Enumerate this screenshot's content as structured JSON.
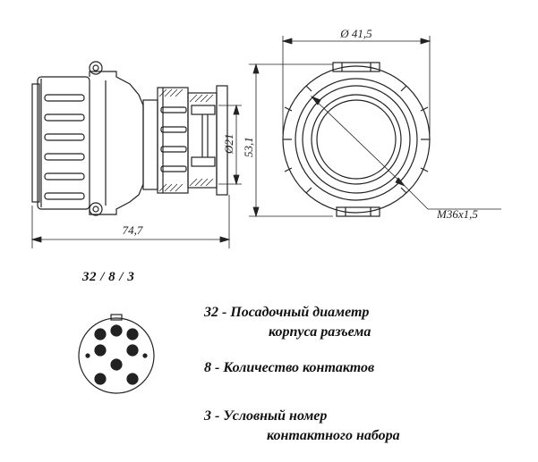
{
  "dimensions": {
    "outer_diameter": "Ø 41,5",
    "length": "74,7",
    "height": "53,1",
    "inner_diameter": "Ø21",
    "thread": "M36x1,5"
  },
  "code": "32 / 8 / 3",
  "legend": [
    {
      "num": "32",
      "dash": "-",
      "line1": "Посадочный диаметр",
      "line2": "корпуса разъема"
    },
    {
      "num": "8",
      "dash": "- ",
      "line1": "Количество контактов",
      "line2": ""
    },
    {
      "num": "3",
      "dash": "-",
      "line1": "Условный номер",
      "line2": "контактного набора"
    }
  ]
}
